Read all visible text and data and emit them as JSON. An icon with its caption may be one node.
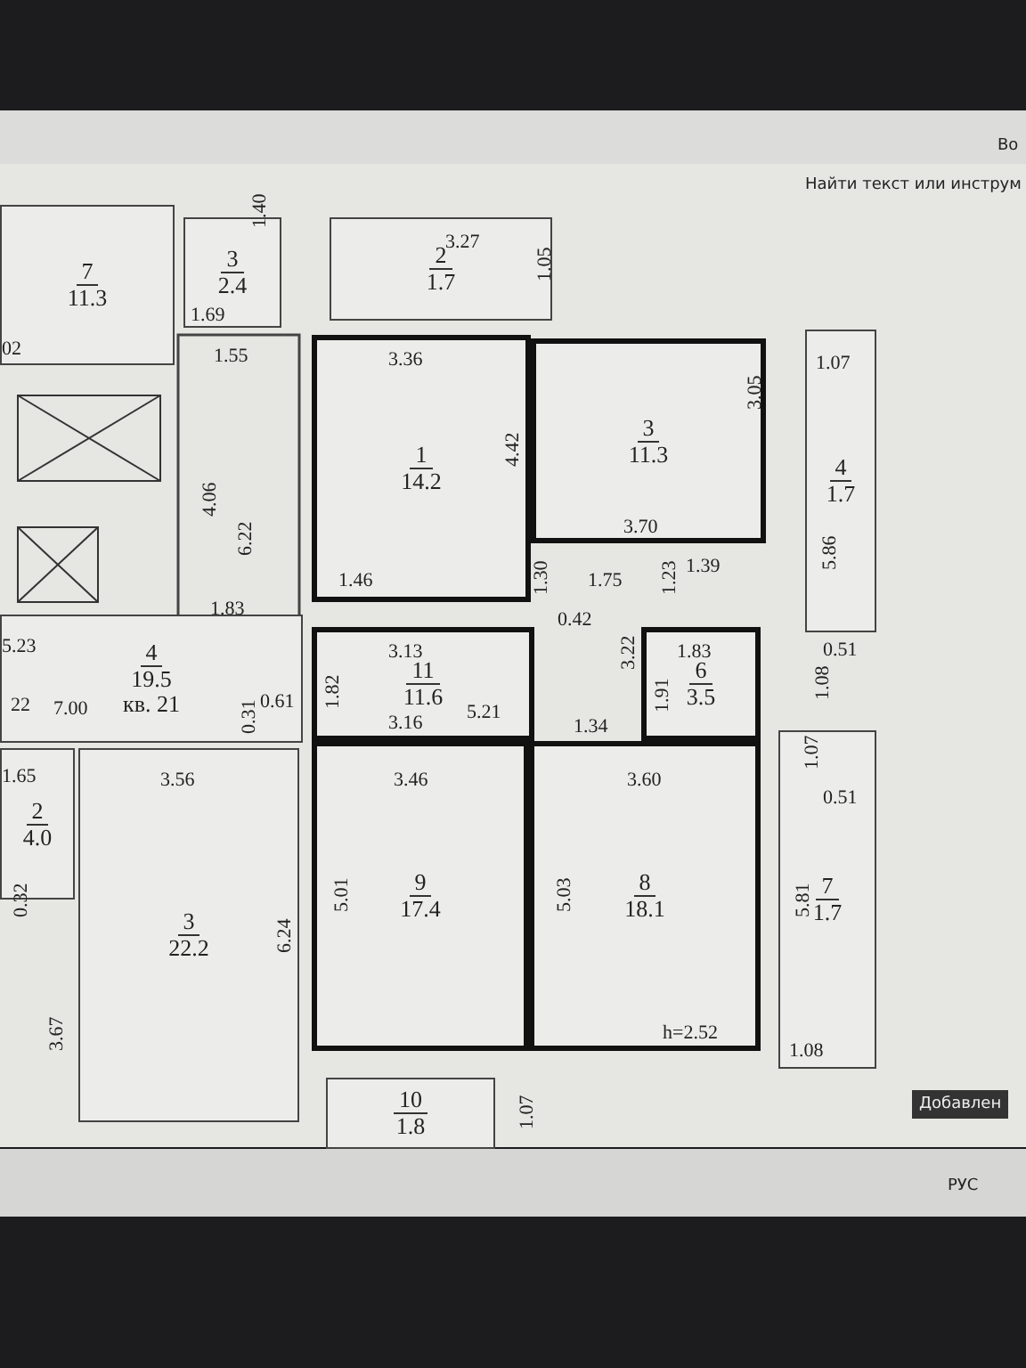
{
  "diagram": {
    "nodes": [
      {
        "text": [
          "7",
          "11.3"
        ]
      },
      {
        "text": [
          "3",
          "2.4"
        ]
      },
      {
        "text": [
          "2",
          "1.7"
        ]
      },
      {
        "text": [
          "1",
          "14.2"
        ]
      },
      {
        "text": [
          "3",
          "11.3"
        ]
      },
      {
        "text": [
          "4",
          "1.7"
        ]
      },
      {
        "text": [
          "4",
          "19.5",
          "кв. 21"
        ]
      },
      {
        "text": [
          "11",
          "11.6"
        ]
      },
      {
        "text": [
          "6",
          "3.5"
        ]
      },
      {
        "text": [
          "9",
          "17.4"
        ]
      },
      {
        "text": [
          "8",
          "18.1"
        ]
      },
      {
        "text": [
          "7",
          "1.7"
        ]
      },
      {
        "text": [
          "2",
          "4.0"
        ]
      },
      {
        "text": [
          "3",
          "22.2"
        ]
      },
      {
        "text": [
          "10",
          "1.8"
        ]
      }
    ],
    "edges": [],
    "labels": [
      "Найти текст или инструм",
      "Во",
      "02",
      "1.69",
      "1.40",
      "3.27",
      "1.05",
      "1.55",
      "3.36",
      "1.07",
      "3.05",
      "4.42",
      "4.06",
      "6.22",
      "5.86",
      "3.70",
      "1.30",
      "1.75",
      "1.23",
      "1.39",
      "1.46",
      "0.42",
      "1.83",
      "5.23",
      "3.13",
      "3.22",
      "1.83",
      "0.51",
      "1.08",
      "22",
      "7.00",
      "0.31",
      "0.61",
      "1.82",
      "1.91",
      "3.16",
      "5.21",
      "1.34",
      "1.07",
      "0.51",
      "1.65",
      "3.56",
      "3.46",
      "3.60",
      "0.32",
      "5.01",
      "5.03",
      "5.81",
      "6.24",
      "3.67",
      "h=2.52",
      "1.08",
      "1.07",
      "Добавлен",
      "РУС"
    ]
  }
}
